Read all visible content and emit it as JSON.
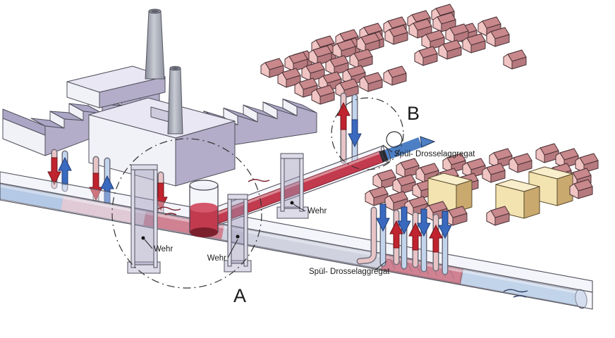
{
  "labels": {
    "weir1": "Wehr",
    "weir2": "Wehr",
    "weir3": "Wehr",
    "flush_unit_top": "Spül- Drosselaggregat",
    "flush_unit_bottom": "Spül- Drosselaggregat"
  },
  "markers": {
    "a": "A",
    "b": "B"
  },
  "colors": {
    "line": "#50505c",
    "ink": "#1a1a1a",
    "factory-white": "#f1f1f8",
    "factory-side": "#b3adc9",
    "factory-top": "#e9e7f3",
    "factory-roof": "#aca6c6",
    "chimney-light": "#c9ccd4",
    "chimney-dark": "#8e939f",
    "house-front": "#f0c4c2",
    "house-side": "#b5797e",
    "house-roof-light": "#e8b0ae",
    "house-roof-dark": "#c9898c",
    "house-line": "#4a3236",
    "yellow-front": "#f2e3b0",
    "yellow-side": "#c9a96e",
    "yellow-top": "#f8eecb",
    "yellow-line": "#5a4a2e",
    "pipe-red": "#c23a4e",
    "pipe-red-dark": "#7a1f2b",
    "water-blue": "#8fb4dc",
    "water-blue-light": "#a9c6e4",
    "pipe-clear": "#d8d9e6",
    "pipe-pink": "#e8c4c6",
    "pipe-blue": "#c3d5ec",
    "pipe-outline": "#70707c",
    "device-blue": "#4d7fc4",
    "arrow-red": "#c0242e",
    "arrow-red-dark": "#701016",
    "arrow-blue": "#3a6abf",
    "arrow-blue-dark": "#1d3a75",
    "glass": "#e4e6f2",
    "weir-panel": "#9b96b9"
  }
}
